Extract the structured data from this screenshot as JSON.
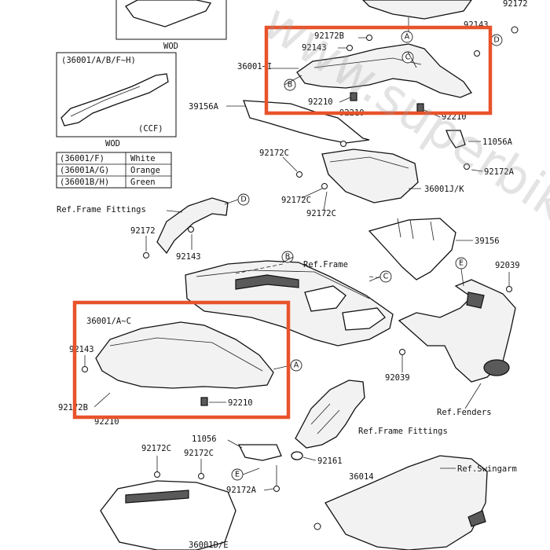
{
  "watermark": "www.superbikep",
  "inset_top": {
    "label": "WOD"
  },
  "inset_ccf": {
    "variants": "(36001/A/B/F~H)",
    "tag": "(CCF)",
    "label": "WOD"
  },
  "color_table": [
    {
      "code": "(36001/F)",
      "color": "White"
    },
    {
      "code": "(36001A/G)",
      "color": "Orange"
    },
    {
      "code": "(36001B/H)",
      "color": "Green"
    }
  ],
  "labels": {
    "p92172_top": "92172",
    "p92172B_top": "92172B",
    "p92143_top": "92143",
    "p92143_topright": "92143",
    "p36001_I": "36001~I",
    "p39156A": "39156A",
    "p92210_top": "92210",
    "p92210_topmid": "92210",
    "p92210_topright": "92210",
    "p11056A": "11056A",
    "p92172A_top": "92172A",
    "p92172C_1": "92172C",
    "p92172C_2": "92172C",
    "p92172C_3": "92172C",
    "p36001JK": "36001J/K",
    "ref_frame_fittings_1": "Ref.Frame Fittings",
    "p92172_mid": "92172",
    "p92143_mid": "92143",
    "ref_frame": "Ref.Frame",
    "p39156": "39156",
    "p92039_1": "92039",
    "p92039_2": "92039",
    "p36001AC": "36001/A~C",
    "p92143_low": "92143",
    "p92172B_low": "92172B",
    "p92210_low": "92210",
    "p92210_cut": "92210",
    "ref_fenders": "Ref.Fenders",
    "ref_frame_fittings_2": "Ref.Frame Fittings",
    "p11056": "11056",
    "p92161": "92161",
    "p92172C_4": "92172C",
    "p92172C_5": "92172C",
    "p92172A_low": "92172A",
    "p36014": "36014",
    "ref_swingarm": "Ref.Swingarm",
    "p36001DE": "36001D/E"
  },
  "callouts": {
    "A1": "A",
    "C1": "C",
    "D1": "D",
    "B1": "B",
    "D2": "D",
    "B2": "B",
    "C2": "C",
    "E1": "E",
    "A2": "A",
    "E2": "E"
  },
  "highlight_color": "#e8532b"
}
